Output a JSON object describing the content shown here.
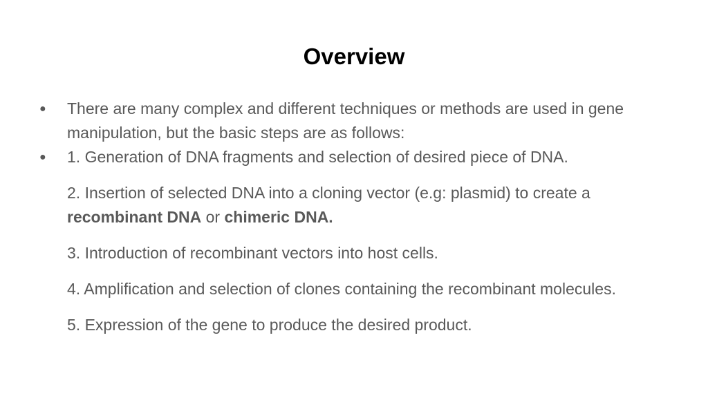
{
  "slide": {
    "title": "Overview",
    "bullet_glyph": "●",
    "items": [
      {
        "text": "There are many complex and different techniques or methods are used in gene manipulation, but the basic steps are as follows:"
      },
      {
        "text": "1. Generation of DNA fragments and selection of desired piece of DNA."
      },
      {
        "text_before": "2. Insertion of selected DNA into a cloning vector (e.g: plasmid) to create a ",
        "bold_1": "recombinant DNA",
        "middle": " or ",
        "bold_2": "chimeric DNA."
      },
      {
        "text": "3. Introduction of recombinant vectors into host cells."
      },
      {
        "text": "4. Amplification and selection of clones containing the recombinant molecules."
      },
      {
        "text": "5. Expression of the gene to produce the desired product."
      }
    ]
  }
}
